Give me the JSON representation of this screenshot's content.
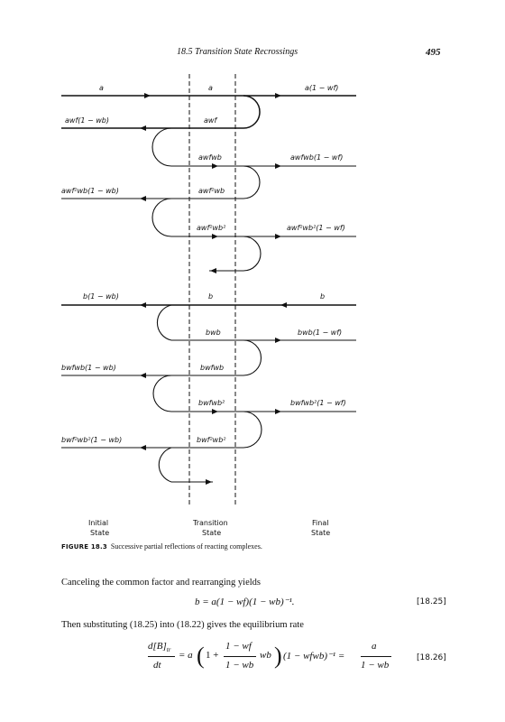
{
  "header": {
    "section_title": "18.5 Transition State Recrossings",
    "page_number": "495"
  },
  "diagram": {
    "labels": {
      "r1_left": "a",
      "r1_mid": "a",
      "r1_right": "a(1 − wf)",
      "r2_left": "awf(1 − wb)",
      "r2_mid": "awf",
      "r3_mid": "awfwb",
      "r3_right": "awfwb(1 − wf)",
      "r4_left": "awf²wb(1 − wb)",
      "r4_mid": "awf²wb",
      "r5_mid": "awf²wb²",
      "r5_right": "awf²wb²(1 − wf)",
      "r7_left": "b(1 − wb)",
      "r7_mid": "b",
      "r7_right": "b",
      "r8_mid": "bwb",
      "r8_right": "bwb(1 − wf)",
      "r9_left": "bwfwb(1 − wb)",
      "r9_mid": "bwfwb",
      "r10_mid": "bwfwb²",
      "r10_right": "bwfwb²(1 − wf)",
      "r11_left": "bwf²wb²(1 − wb)",
      "r11_mid": "bwf²wb²"
    },
    "axis": {
      "initial_1": "Initial",
      "initial_2": "State",
      "transition_1": "Transition",
      "transition_2": "State",
      "final_1": "Final",
      "final_2": "State"
    }
  },
  "caption": {
    "label": "FIGURE 18.3",
    "text": "Successive partial reflections of reacting complexes."
  },
  "body": {
    "para1": "Canceling the common factor and rearranging yields",
    "eq1": "b = a(1 − wf)(1 − wb)⁻¹.",
    "eq1_number": "[18.25]",
    "para2": "Then substituting (18.25) into (18.22) gives the equilibrium rate",
    "eq2_lhs_num": "d[B]",
    "eq2_lhs_sub": "tr",
    "eq2_lhs_den": "dt",
    "eq2_mid_a": "= a",
    "eq2_frac_num": "1 − wf",
    "eq2_frac_den": "1 − wb",
    "eq2_mid_b": "wb",
    "eq2_paren2": "(1 − wfwb)⁻¹ =",
    "eq2_rhs_num": "a",
    "eq2_rhs_den": "1 − wb",
    "eq2_number": "[18.26]"
  }
}
